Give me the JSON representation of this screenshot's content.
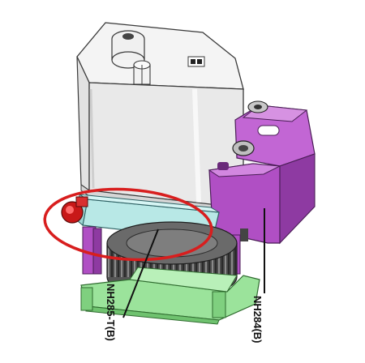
{
  "callouts": [
    {
      "id": "nh285",
      "label": "NH285-T(B)"
    },
    {
      "id": "nh284",
      "label": "NH284(B)"
    }
  ],
  "colors": {
    "motor_body": "#eeeeee",
    "motor_outline": "#3a3a3a",
    "adapter_plate": "#b8e8e6",
    "bracket": "#b04fc4",
    "bracket_dark": "#7c2d90",
    "gear": "#3c3c3c",
    "base_plate": "#9be39b",
    "highlight_ellipse": "#d81e1e",
    "knob": "#c81818"
  }
}
